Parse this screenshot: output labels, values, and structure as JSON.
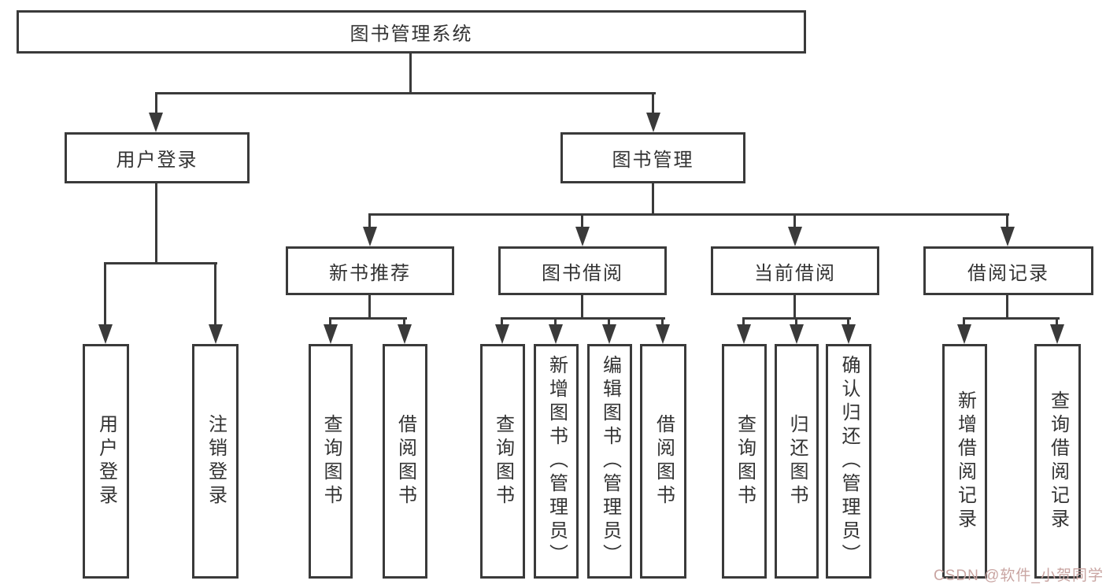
{
  "colors": {
    "line": "#3a3a3a",
    "text": "#333333",
    "box_background": "#ffffff",
    "watermark": "#c9a5a2",
    "page_background": "#ffffff"
  },
  "diagram": {
    "type": "tree",
    "root": {
      "label": "图书管理系统"
    },
    "level1": [
      {
        "label": "用户登录"
      },
      {
        "label": "图书管理"
      }
    ],
    "level2": [
      {
        "label": "新书推荐"
      },
      {
        "label": "图书借阅"
      },
      {
        "label": "当前借阅"
      },
      {
        "label": "借阅记录"
      }
    ],
    "leaves": {
      "user_login": [
        "用户登录",
        "注销登录"
      ],
      "new_books": [
        "查询图书",
        "借阅图书"
      ],
      "book_borrow": [
        "查询图书",
        "新增图书（管理员）",
        "编辑图书（管理员）",
        "借阅图书"
      ],
      "current_borrow": [
        "查询图书",
        "归还图书",
        "确认归还（管理员）"
      ],
      "borrow_records": [
        "新增借阅记录",
        "查询借阅记录"
      ]
    }
  },
  "watermark": {
    "text": "CSDN @软件_小贺同学"
  }
}
